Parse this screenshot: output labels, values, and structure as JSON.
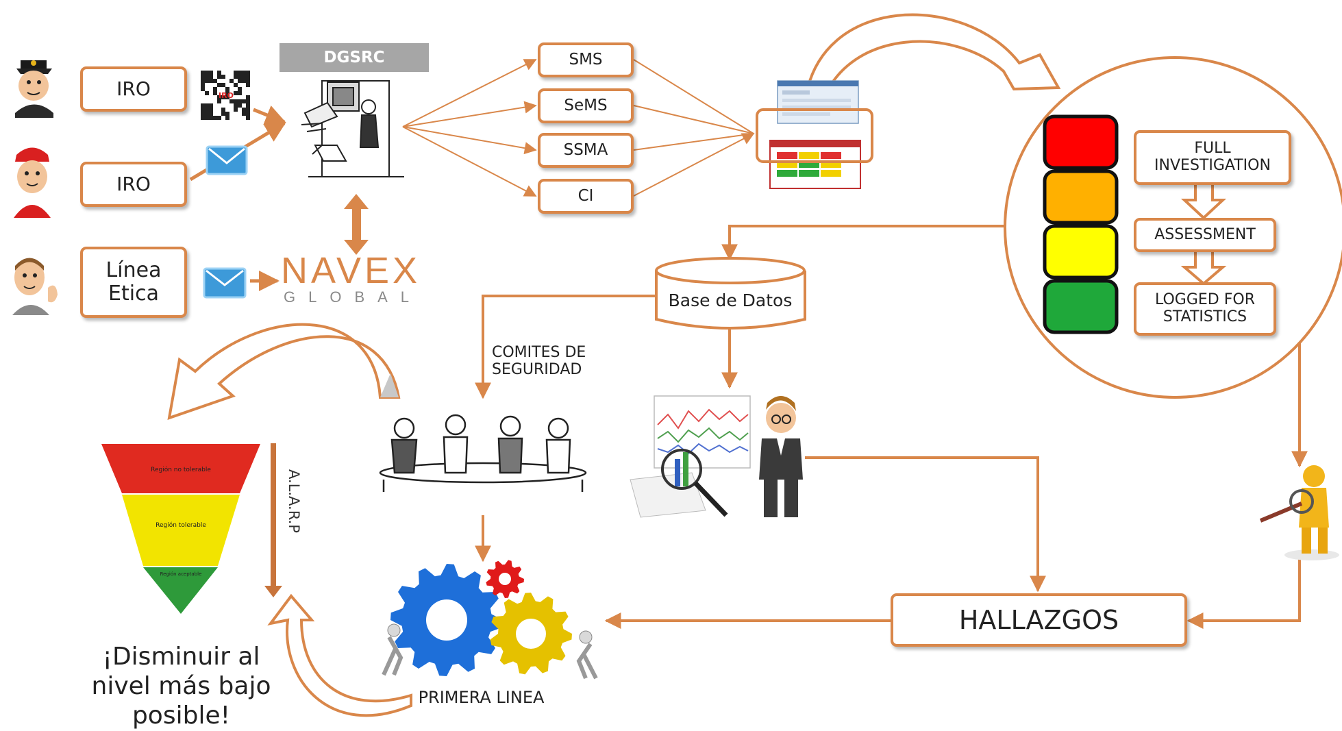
{
  "reporters": [
    {
      "icon": "pilot-icon",
      "label": "IRO",
      "channel": "qr-code-icon",
      "channel_text": "IRO"
    },
    {
      "icon": "ground-crew-icon",
      "label": "IRO",
      "channel": "email-icon"
    },
    {
      "icon": "waving-person-icon",
      "label": "Línea Etica",
      "channel": "email-icon"
    }
  ],
  "dgsrc_label": "DGSRC",
  "navex": {
    "name": "NAVEX",
    "sub": "GLOBAL"
  },
  "systems": [
    "SMS",
    "SeMS",
    "SSMA",
    "CI"
  ],
  "triage": {
    "traffic_light_colors": [
      "#ff0000",
      "#ffb000",
      "#ffff00",
      "#1fa83a"
    ],
    "steps": [
      "FULL INVESTIGATION",
      "ASSESSMENT",
      "LOGGED FOR STATISTICS"
    ]
  },
  "database_label": "Base de Datos",
  "committee_label": "COMITES DE SEGURIDAD",
  "findings_label": "HALLAZGOS",
  "frontline_label": "PRIMERA LINEA",
  "risk_regions": [
    "Región no tolerable",
    "Región tolerable",
    "Región aceptable"
  ],
  "risk_colors": [
    "#e02a20",
    "#f2e400",
    "#2e9a3a"
  ],
  "alarp_label": "A.L.A.R.P",
  "goal_text": "¡Disminuir al nivel más bajo posible!",
  "colors": {
    "accent": "#d9874a",
    "header_gray": "#a6a6a6",
    "gear_blue": "#1e6fd9",
    "gear_yellow": "#e5c100",
    "gear_red": "#e01a1a"
  }
}
